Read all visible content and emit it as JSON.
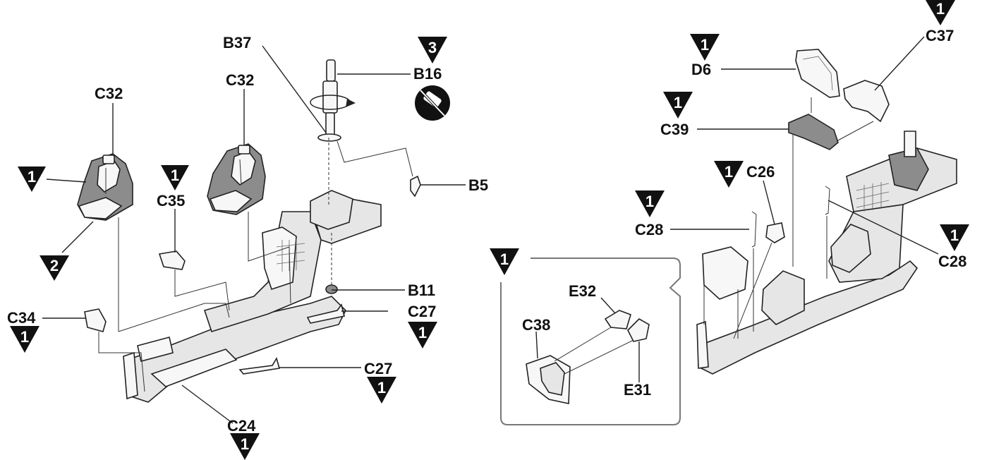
{
  "part_labels": {
    "b37": "B37",
    "b16": "B16",
    "b5": "B5",
    "b11": "B11",
    "c32_left": "C32",
    "c32_mid": "C32",
    "c35": "C35",
    "c34": "C34",
    "c24": "C24",
    "c27_upper": "C27",
    "c27_lower": "C27",
    "d6": "D6",
    "c37": "C37",
    "c39": "C39",
    "c26": "C26",
    "c28_left": "C28",
    "c28_right": "C28",
    "e32": "E32",
    "e31": "E31",
    "c38": "C38"
  },
  "colour_markers": {
    "c32_left_top": "1",
    "c32_left_bottom": "2",
    "c35": "1",
    "b16": "3",
    "c34": "1",
    "c27_upper": "1",
    "c27_lower": "1",
    "c24": "1",
    "d6": "1",
    "c37": "1",
    "c39": "1",
    "c26": "1",
    "c28_left": "1",
    "c28_right": "1",
    "callout": "1"
  },
  "icons": {
    "rotate": "rotate-arrow-icon",
    "no_glue": "no-glue-icon"
  },
  "colors": {
    "line": "#222222",
    "part_fill": "#e6e6e6",
    "part_dark": "#8c8c8c",
    "marker": "#111111",
    "callout_border": "#777777"
  }
}
